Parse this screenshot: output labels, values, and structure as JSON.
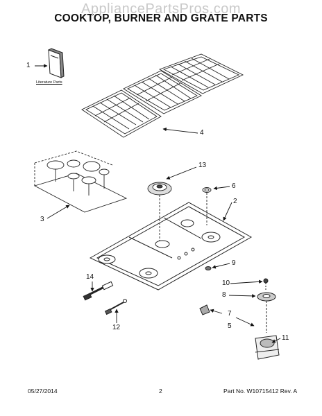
{
  "watermark": "AppliancePartsPros.com",
  "title": "COOKTOP, BURNER AND GRATE PARTS",
  "literature_label": "Literature Parts",
  "callouts": {
    "c1": "1",
    "c2": "2",
    "c3": "3",
    "c4": "4",
    "c5": "5",
    "c6": "6",
    "c7": "7",
    "c8": "8",
    "c9": "9",
    "c10": "10",
    "c11": "11",
    "c12": "12",
    "c13": "13",
    "c14": "14"
  },
  "footer": {
    "date": "05/27/2014",
    "page": "2",
    "part_no": "Part No.  W10715412  Rev. A"
  }
}
